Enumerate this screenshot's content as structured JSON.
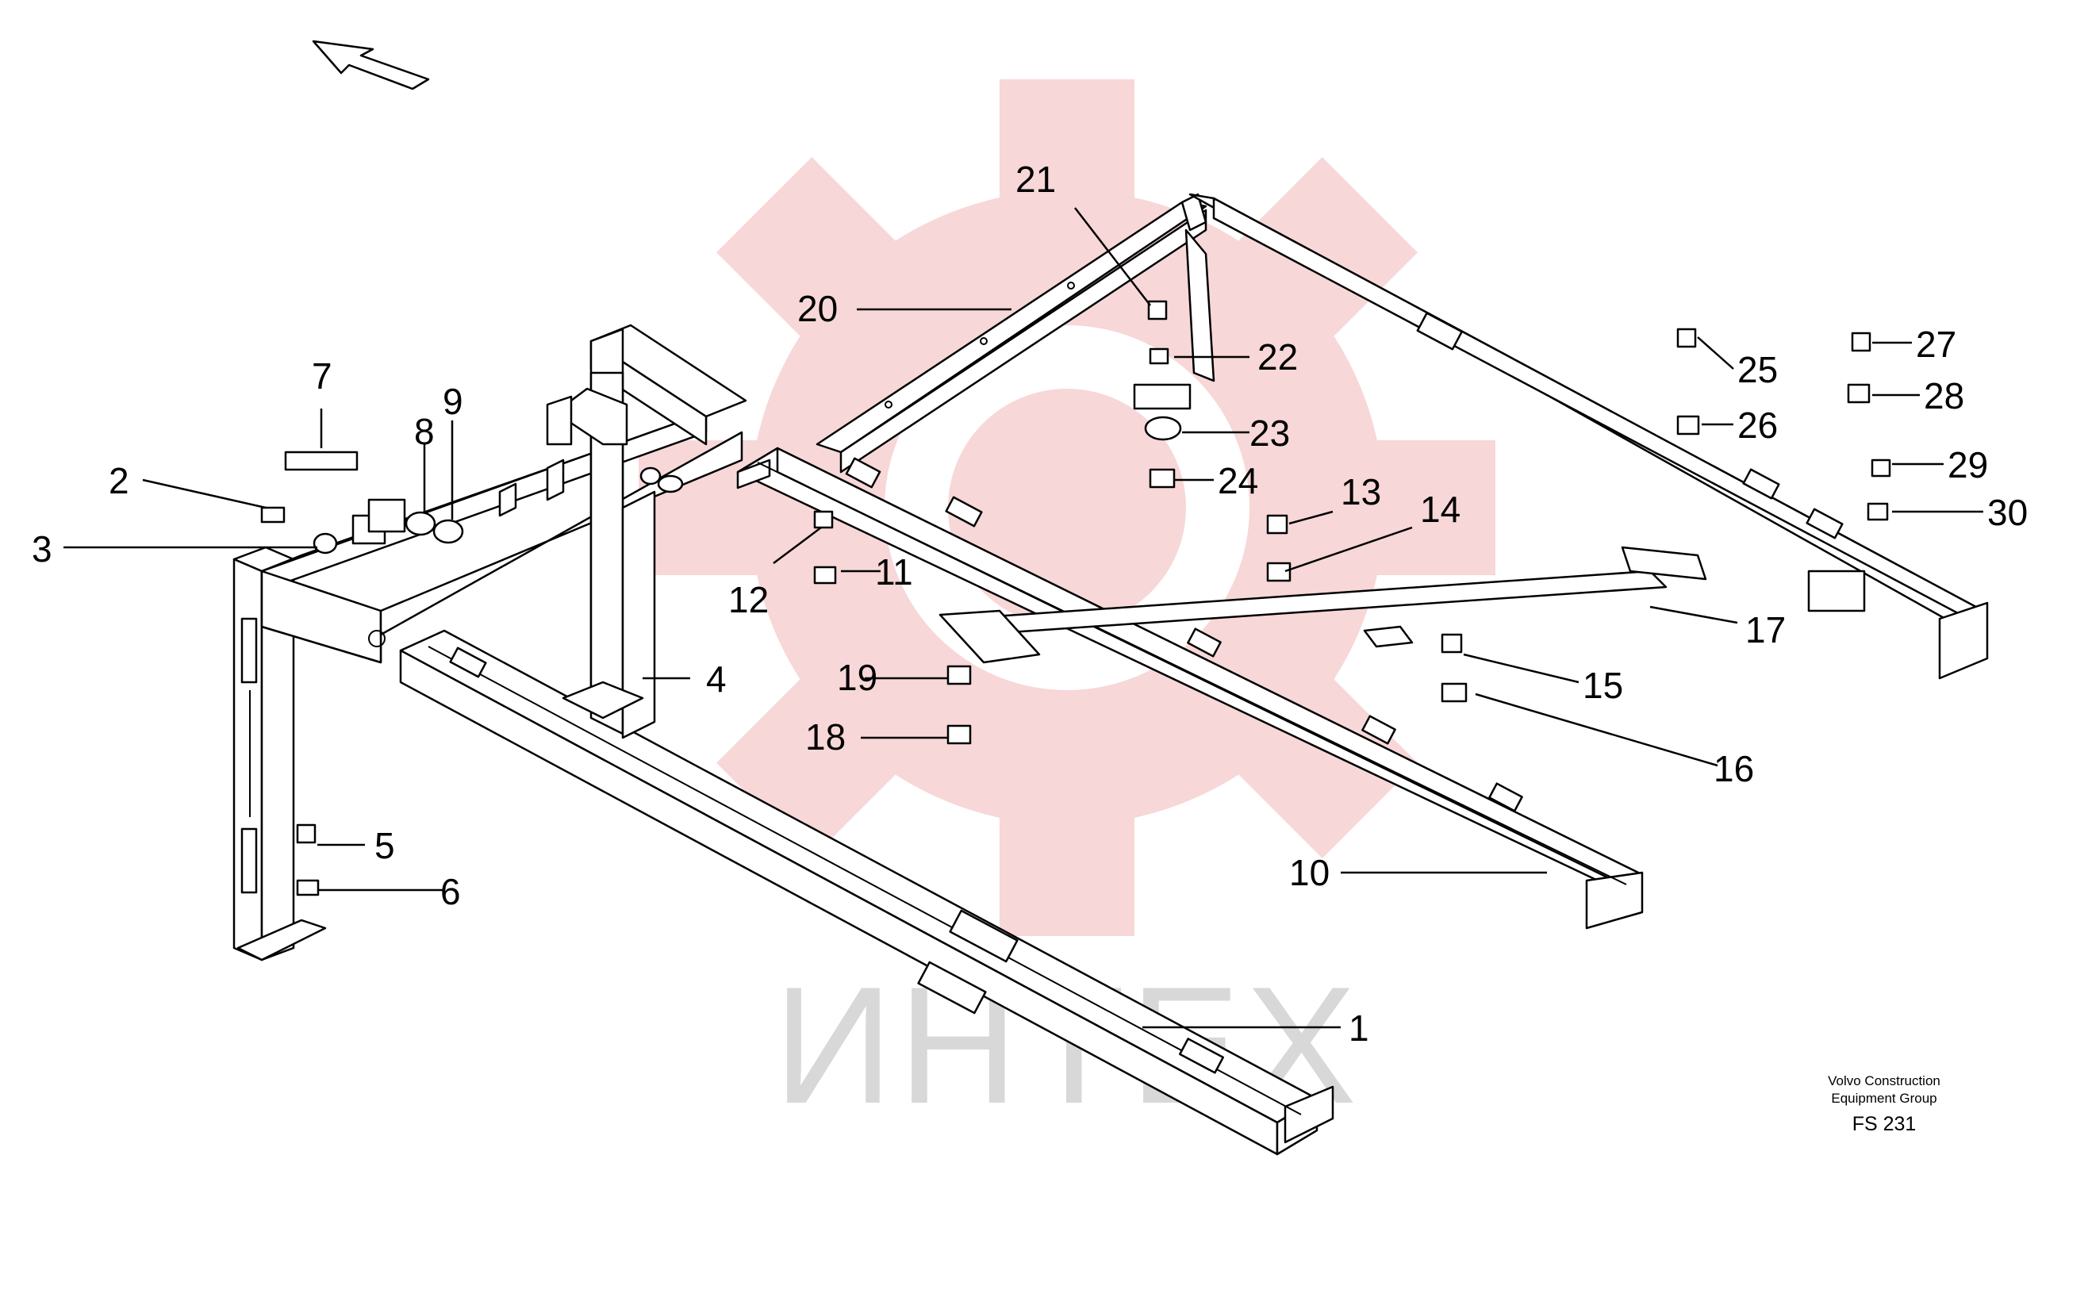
{
  "callouts": [
    "1",
    "2",
    "3",
    "4",
    "5",
    "6",
    "7",
    "8",
    "9",
    "10",
    "11",
    "12",
    "13",
    "14",
    "15",
    "16",
    "17",
    "18",
    "19",
    "20",
    "21",
    "22",
    "23",
    "24",
    "25",
    "26",
    "27",
    "28",
    "29",
    "30"
  ],
  "caption": {
    "line1": "Volvo Construction",
    "line2": "Equipment Group",
    "code": "FS 231"
  },
  "watermark": {
    "text": "ИНТЕХ",
    "color": "#f2b7b7",
    "text_color": "#d8d8d8"
  },
  "direction_icon": "arrow-icon"
}
